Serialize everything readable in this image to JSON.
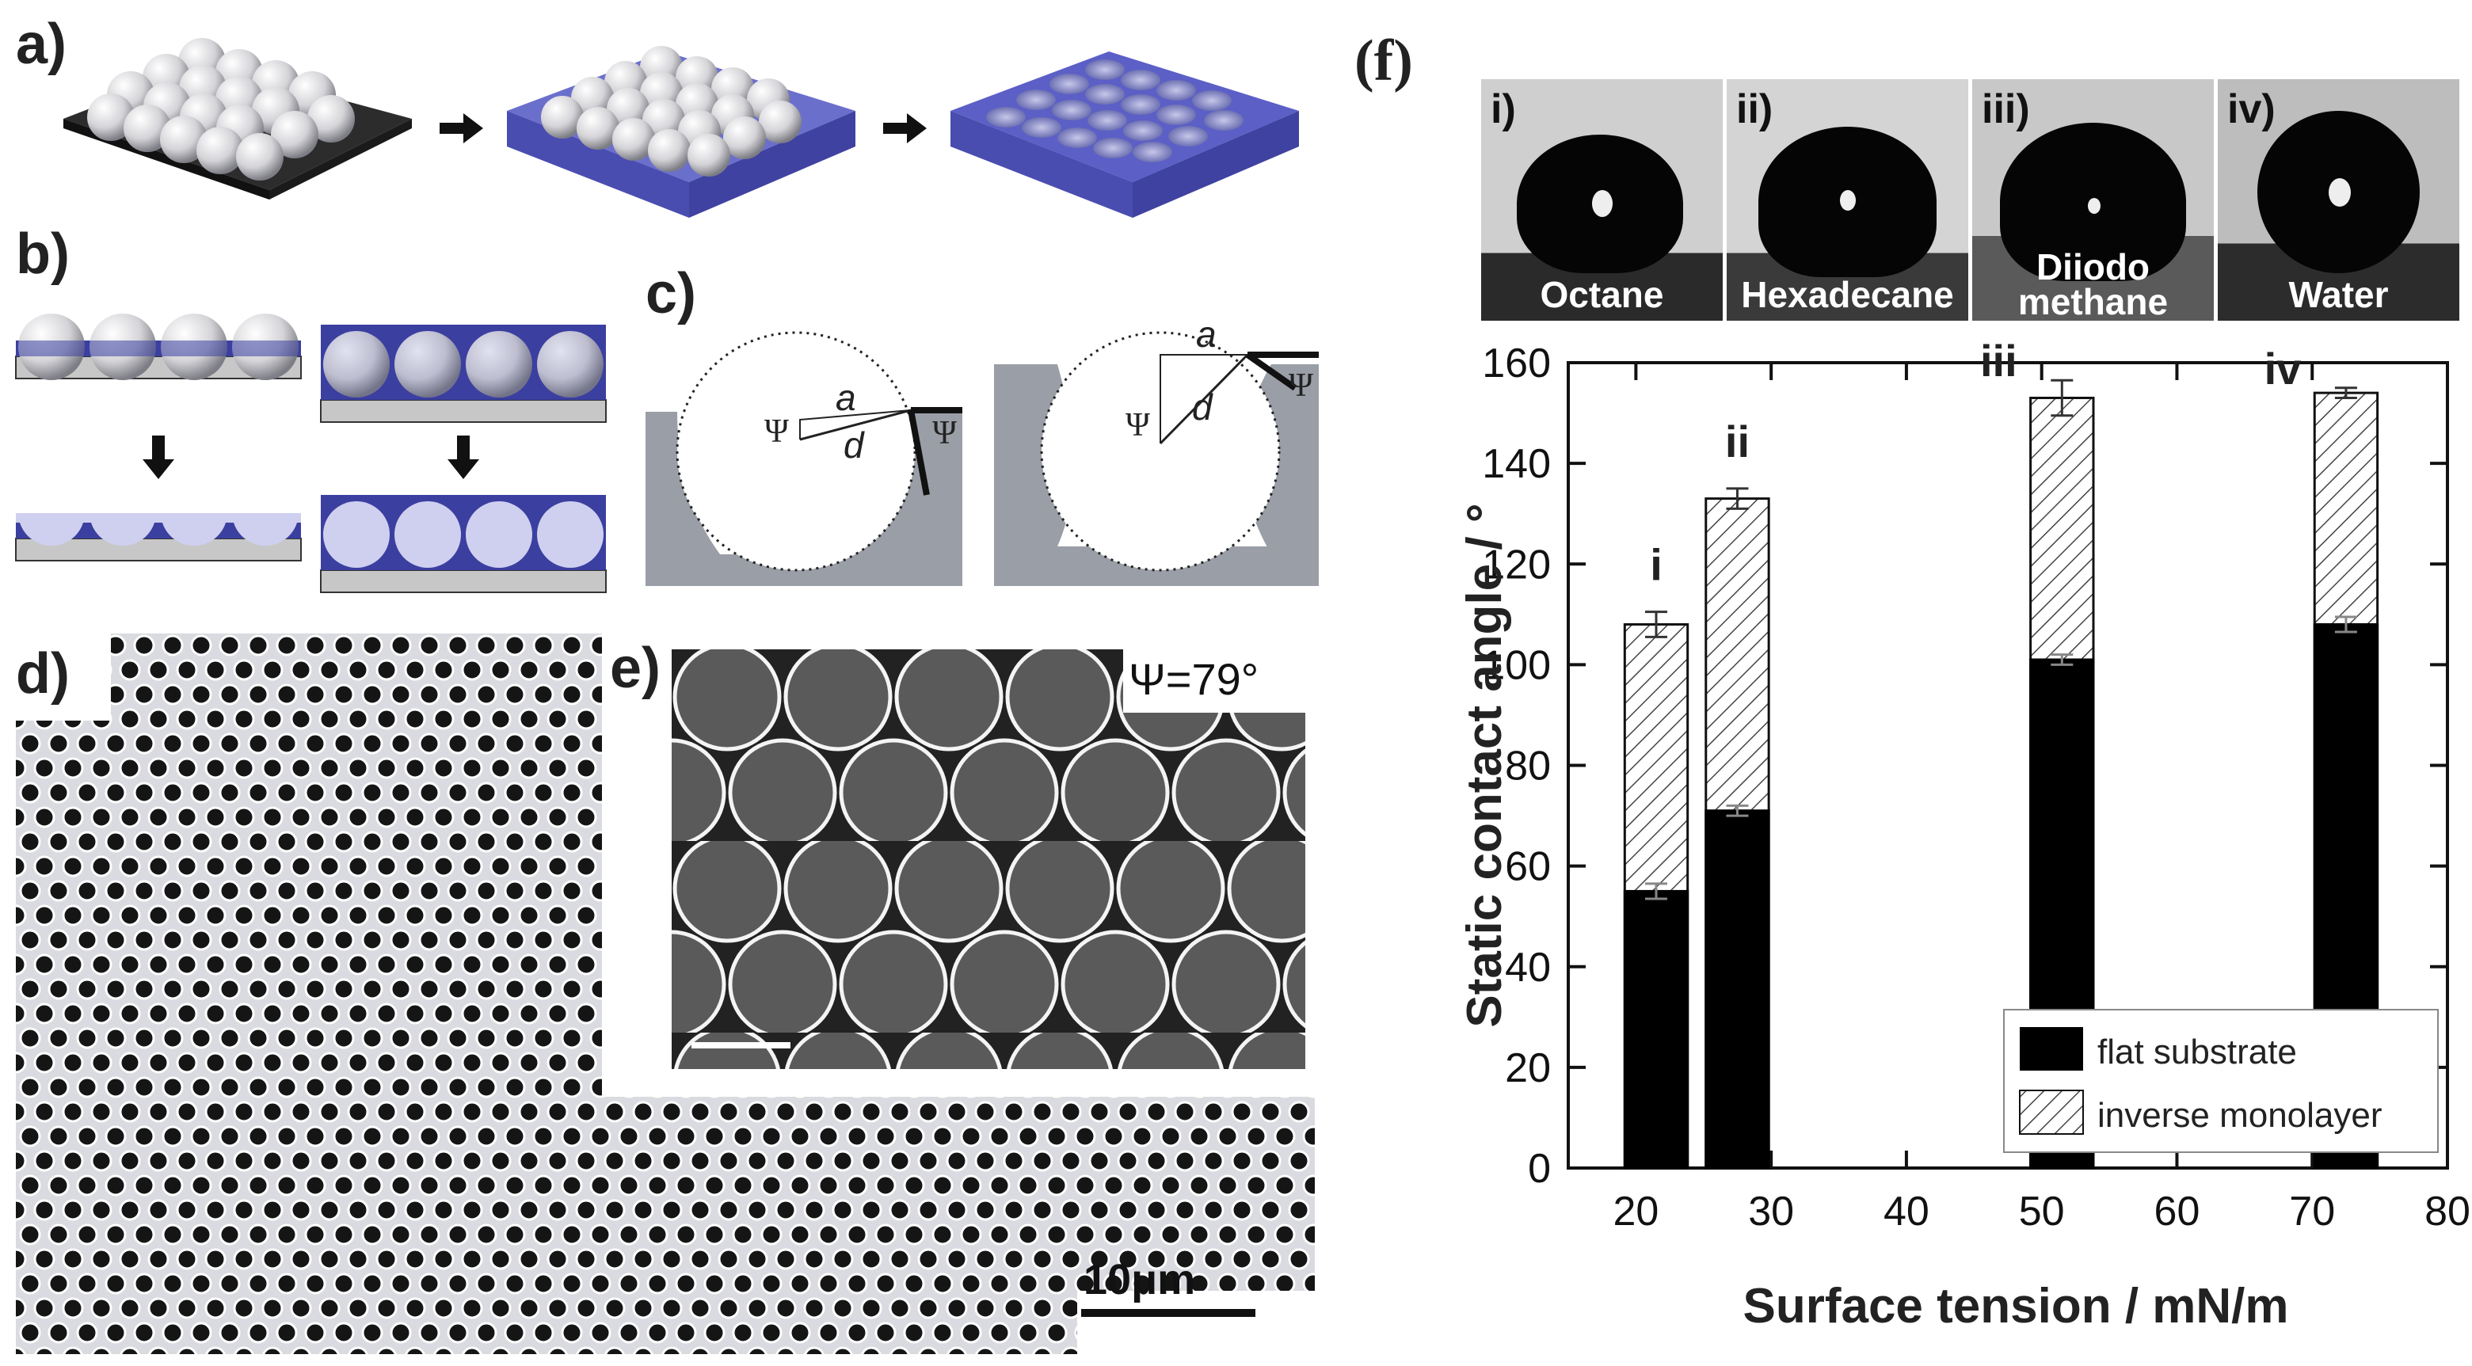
{
  "labels": {
    "a": "a)",
    "b": "b)",
    "c": "c)",
    "d": "d)",
    "e": "e)",
    "f": "(f)"
  },
  "panel_c": {
    "a": "a",
    "d": "d",
    "psi": "Ψ"
  },
  "panel_d": {
    "scale_bar": "10μm"
  },
  "panel_e": {
    "angle": "Ψ=79°"
  },
  "panel_f_photos": [
    {
      "roman": "i)",
      "liquid": "Octane"
    },
    {
      "roman": "ii)",
      "liquid": "Hexadecane"
    },
    {
      "roman": "iii)",
      "liquid": "Diiodo methane"
    },
    {
      "roman": "iv)",
      "liquid": "Water"
    }
  ],
  "chart_data": {
    "type": "bar",
    "stacked": true,
    "xlabel": "Surface tension / mN/m",
    "ylabel": "Static contact angle / °",
    "xlim": [
      15,
      80
    ],
    "ylim": [
      0,
      160
    ],
    "xticks": [
      20,
      30,
      40,
      50,
      60,
      70,
      80
    ],
    "yticks": [
      0,
      20,
      40,
      60,
      80,
      100,
      120,
      140,
      160
    ],
    "bar_labels": [
      "i",
      "ii",
      "iii",
      "iv"
    ],
    "x": [
      21.5,
      27.5,
      51.5,
      72.5
    ],
    "series": [
      {
        "name": "flat substrate",
        "values": [
          55,
          71,
          101,
          108
        ],
        "errors": [
          1.5,
          1,
          1,
          1.5
        ],
        "color": "#000000"
      },
      {
        "name": "inverse monolayer",
        "values": [
          108,
          133,
          153,
          154
        ],
        "errors": [
          2.5,
          2,
          3.5,
          1
        ],
        "color": "#ffffff",
        "pattern": "hatched"
      }
    ],
    "legend_position": "bottom-right",
    "grid": false
  }
}
